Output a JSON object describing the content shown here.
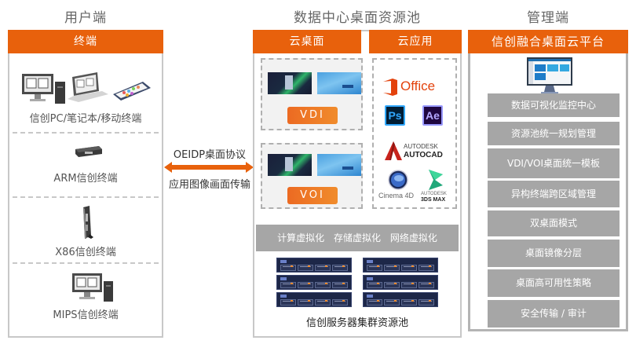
{
  "columns": {
    "user": {
      "title": "用户端",
      "header": "终端"
    },
    "datacenter": {
      "title": "数据中心桌面资源池",
      "desktop_header": "云桌面",
      "app_header": "云应用"
    },
    "management": {
      "title": "管理端",
      "header": "信创融合桌面云平台"
    }
  },
  "terminals": [
    {
      "label": "信创PC/笔记本/移动终端",
      "icon": "pc-laptop-phone-icon"
    },
    {
      "label": "ARM信创终端",
      "icon": "thin-client-box-icon"
    },
    {
      "label": "X86信创终端",
      "icon": "tower-terminal-icon"
    },
    {
      "label": "MIPS信创终端",
      "icon": "desktop-pc-icon"
    }
  ],
  "protocol": {
    "top": "OEIDP桌面协议",
    "bottom": "应用图像画面传输",
    "accent": "#e8610c"
  },
  "desktop_modes": [
    {
      "label": "VDI"
    },
    {
      "label": "VOI"
    }
  ],
  "apps": [
    {
      "name": "Office",
      "icon": "office-icon"
    },
    {
      "name": "Ps",
      "icon": "photoshop-icon"
    },
    {
      "name": "Ae",
      "icon": "after-effects-icon"
    },
    {
      "name": "AUTODESK",
      "sub": "AUTOCAD",
      "icon": "autocad-icon"
    },
    {
      "name": "Cinema 4D",
      "icon": "cinema4d-icon"
    },
    {
      "name": "AUTODESK",
      "sub": "3DS MAX",
      "icon": "3dsmax-icon"
    }
  ],
  "virtualization": [
    "计算虚拟化",
    "存储虚拟化",
    "网络虚拟化"
  ],
  "server_pool": {
    "label": "信创服务器集群资源池"
  },
  "management_items": [
    "数据可视化监控中心",
    "资源池统一规划管理",
    "VDI/VOI桌面统一模板",
    "异构终端跨区域管理",
    "双桌面模式",
    "桌面镜像分层",
    "桌面高可用性策略",
    "安全传输 / 审计"
  ],
  "colors": {
    "orange": "#e8610c",
    "gray_block": "#a6a6a6",
    "frame": "#c8c8c8"
  }
}
